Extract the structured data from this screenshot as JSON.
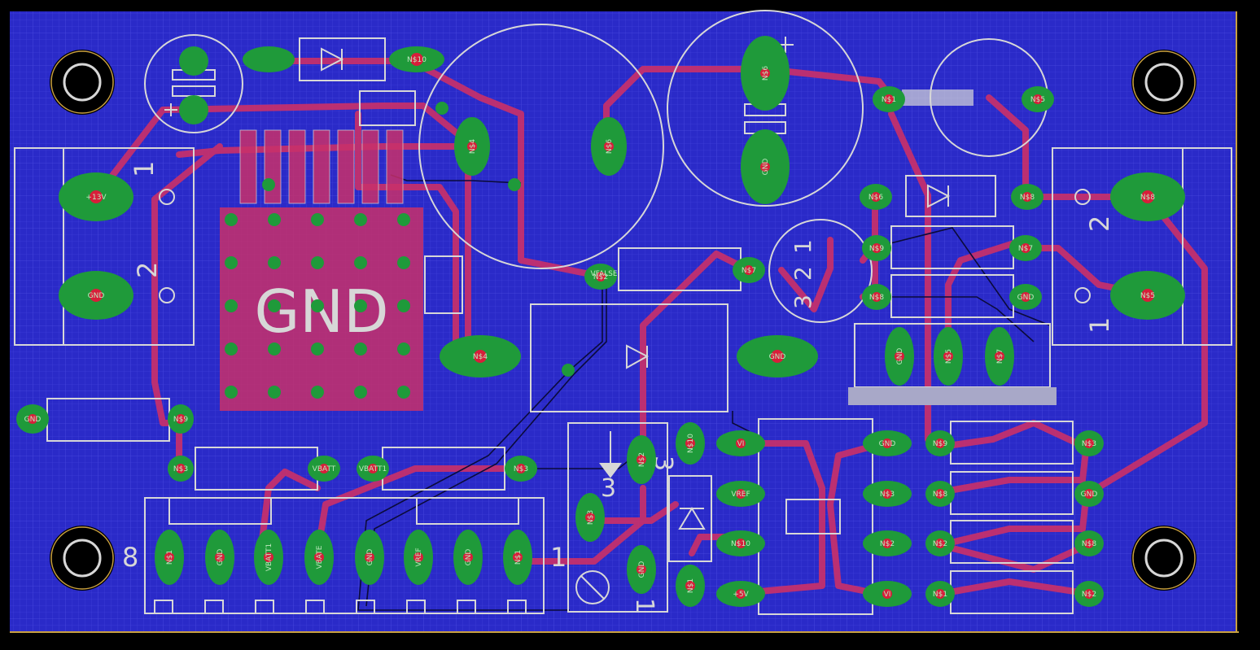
{
  "board": {
    "colors": {
      "background": "#000000",
      "copper": "#2a2ac8",
      "grid": "#3a3ad6",
      "trace": "#c8306a",
      "pad": "#1f9a3a",
      "drill": "#d81e3a",
      "silk": "#d7d7d7"
    }
  },
  "gnd_pour_label": "GND",
  "silk_numbers": {
    "j1_pin1": "1",
    "j1_pin2": "2",
    "j2_pin2": "2",
    "j2_pin1": "1",
    "header_pin8": "8",
    "header_pin1": "1",
    "pot_pin3_a": "3",
    "pot_pin3_b": "3",
    "pot_pin1": "1",
    "tr_pin1": "1",
    "tr_pin2": "2",
    "tr_pin3": "3"
  },
  "pads": [
    {
      "label": "+13V",
      "kind": "oval-big"
    },
    {
      "label": "GND",
      "kind": "oval-big"
    },
    {
      "label": "N$8",
      "kind": "oval-big"
    },
    {
      "label": "N$5",
      "kind": "oval-big"
    },
    {
      "label": "N$6",
      "kind": "oval"
    },
    {
      "label": "GND",
      "kind": "oval"
    },
    {
      "label": "N$4",
      "kind": "oval"
    },
    {
      "label": "N$6",
      "kind": "oval"
    },
    {
      "label": "N$4",
      "kind": "oval-wide"
    },
    {
      "label": "GND",
      "kind": "oval-wide"
    },
    {
      "label": "GND",
      "kind": "small"
    },
    {
      "label": "N$10",
      "kind": "small"
    },
    {
      "label": "N$5",
      "kind": "small"
    },
    {
      "label": "N$9",
      "kind": "small"
    },
    {
      "label": "N$1",
      "kind": "small"
    },
    {
      "label": "N$8",
      "kind": "small"
    },
    {
      "label": "N$6",
      "kind": "small"
    },
    {
      "label": "N$2",
      "kind": "small"
    },
    {
      "label": "N$7",
      "kind": "small"
    },
    {
      "label": "VFALSE",
      "kind": "small"
    },
    {
      "label": "N$7",
      "kind": "small"
    },
    {
      "label": "GND",
      "kind": "small"
    },
    {
      "label": "N$9",
      "kind": "small"
    },
    {
      "label": "N$8",
      "kind": "small"
    },
    {
      "label": "N$3",
      "kind": "small"
    },
    {
      "label": "VBATT",
      "kind": "small"
    },
    {
      "label": "VBATT1",
      "kind": "small"
    },
    {
      "label": "N$3",
      "kind": "small"
    },
    {
      "label": "GND",
      "kind": "vertical"
    },
    {
      "label": "N$5",
      "kind": "vertical"
    },
    {
      "label": "N$7",
      "kind": "vertical"
    },
    {
      "label": "N$2",
      "kind": "vertical"
    },
    {
      "label": "N$3",
      "kind": "vertical"
    },
    {
      "label": "GND",
      "kind": "vertical"
    },
    {
      "label": "N$10",
      "kind": "vertical"
    },
    {
      "label": "N$1",
      "kind": "vertical"
    },
    {
      "label": "VI",
      "kind": "small"
    },
    {
      "label": "VREF",
      "kind": "small"
    },
    {
      "label": "N$10",
      "kind": "small"
    },
    {
      "label": "+5V",
      "kind": "small"
    },
    {
      "label": "GND",
      "kind": "small"
    },
    {
      "label": "N$3",
      "kind": "small"
    },
    {
      "label": "N$2",
      "kind": "small"
    },
    {
      "label": "VI",
      "kind": "small"
    },
    {
      "label": "N$9",
      "kind": "small"
    },
    {
      "label": "N$8",
      "kind": "small"
    },
    {
      "label": "N$2",
      "kind": "small"
    },
    {
      "label": "N$1",
      "kind": "small"
    },
    {
      "label": "N$3",
      "kind": "small"
    },
    {
      "label": "GND",
      "kind": "small"
    },
    {
      "label": "N$8",
      "kind": "small"
    },
    {
      "label": "N$2",
      "kind": "small"
    },
    {
      "label": "N$1",
      "kind": "header"
    },
    {
      "label": "GND",
      "kind": "header"
    },
    {
      "label": "VBATT1",
      "kind": "header"
    },
    {
      "label": "VBATE",
      "kind": "header"
    },
    {
      "label": "GND",
      "kind": "header"
    },
    {
      "label": "VREF",
      "kind": "header"
    },
    {
      "label": "GND",
      "kind": "header"
    },
    {
      "label": "N$1",
      "kind": "header"
    }
  ]
}
